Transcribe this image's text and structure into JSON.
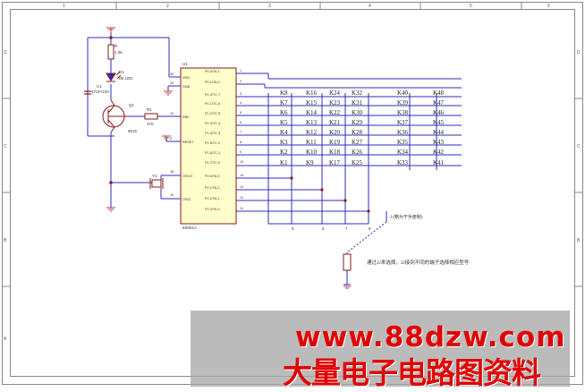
{
  "border": {
    "top_numbers": [
      "1",
      "2",
      "3",
      "4",
      "5",
      "6"
    ],
    "side_letters": [
      "D",
      "C",
      "B",
      "A"
    ]
  },
  "parts": {
    "r_top": "R",
    "r_top_val": "1.0K",
    "diode": "D1",
    "diode_val": "0E LED",
    "cap": "C1",
    "cap_val": "47UF/10V",
    "transistor": "Q1",
    "transistor_val": "9015",
    "r_base": "R1",
    "r_base_val": "470",
    "crystal": "Y1",
    "ic_ref": "U1",
    "ic_name": "E8051A"
  },
  "ic_left_pins": [
    {
      "label": "VDD",
      "num": "40"
    },
    {
      "label": "GND",
      "num": "20"
    },
    {
      "label": "RB0",
      "num": "10"
    },
    {
      "label": "RESET",
      "num": "9"
    },
    {
      "label": "OSCO",
      "num": "18"
    },
    {
      "label": "OSCI",
      "num": "19"
    }
  ],
  "ic_right_pins": [
    {
      "label": "P0.0/TA.1",
      "num": "1"
    },
    {
      "label": "P0.1/TA.0",
      "num": "2"
    },
    {
      "label": "P1.0/TC.7",
      "num": "3"
    },
    {
      "label": "P1.1/TC.6",
      "num": "4"
    },
    {
      "label": "P1.2/TC.5",
      "num": "5"
    },
    {
      "label": "P1.3/TC.4",
      "num": "6"
    },
    {
      "label": "P1.4/TC.3",
      "num": "7"
    },
    {
      "label": "P1.5/TC.2",
      "num": "8"
    },
    {
      "label": "P1.6/TC.1",
      "num": "9"
    },
    {
      "label": "P1.7/TC.0",
      "num": "10"
    },
    {
      "label": "P2.0/TA.3",
      "num": "14"
    },
    {
      "label": "P2.1/TA.2",
      "num": "13"
    },
    {
      "label": "P2.2/TA.1",
      "num": "12"
    },
    {
      "label": "P2.3/TA.0",
      "num": "11"
    }
  ],
  "key_matrix": [
    [
      "K8",
      "K16",
      "K24",
      "K32",
      "K40",
      "K48"
    ],
    [
      "K7",
      "K15",
      "K23",
      "K31",
      "K39",
      "K47"
    ],
    [
      "K6",
      "K14",
      "K22",
      "K30",
      "K38",
      "K46"
    ],
    [
      "K5",
      "K13",
      "K21",
      "K29",
      "K37",
      "K45"
    ],
    [
      "K4",
      "K12",
      "K20",
      "K28",
      "K36",
      "K44"
    ],
    [
      "K3",
      "K11",
      "K19",
      "K27",
      "K35",
      "K43"
    ],
    [
      "K2",
      "K10",
      "K18",
      "K26",
      "K34",
      "K42"
    ],
    [
      "K1",
      "K9",
      "K17",
      "K25",
      "K33",
      "K41"
    ]
  ],
  "column_numbers": [
    "5",
    "6",
    "7",
    "8"
  ],
  "notes": {
    "jumper": "J (略为干手册制)",
    "selection": "通过J2来选择，J2接到不同的端子选择相应型号"
  },
  "watermark": {
    "url": "www.88dzw.com",
    "cn": "大量电子电路图资料"
  },
  "colors": {
    "wire": "#2c2cbf",
    "part": "#8a1a1a",
    "ic_fill": "#ffffcc",
    "watermark_text": "#e10000"
  }
}
